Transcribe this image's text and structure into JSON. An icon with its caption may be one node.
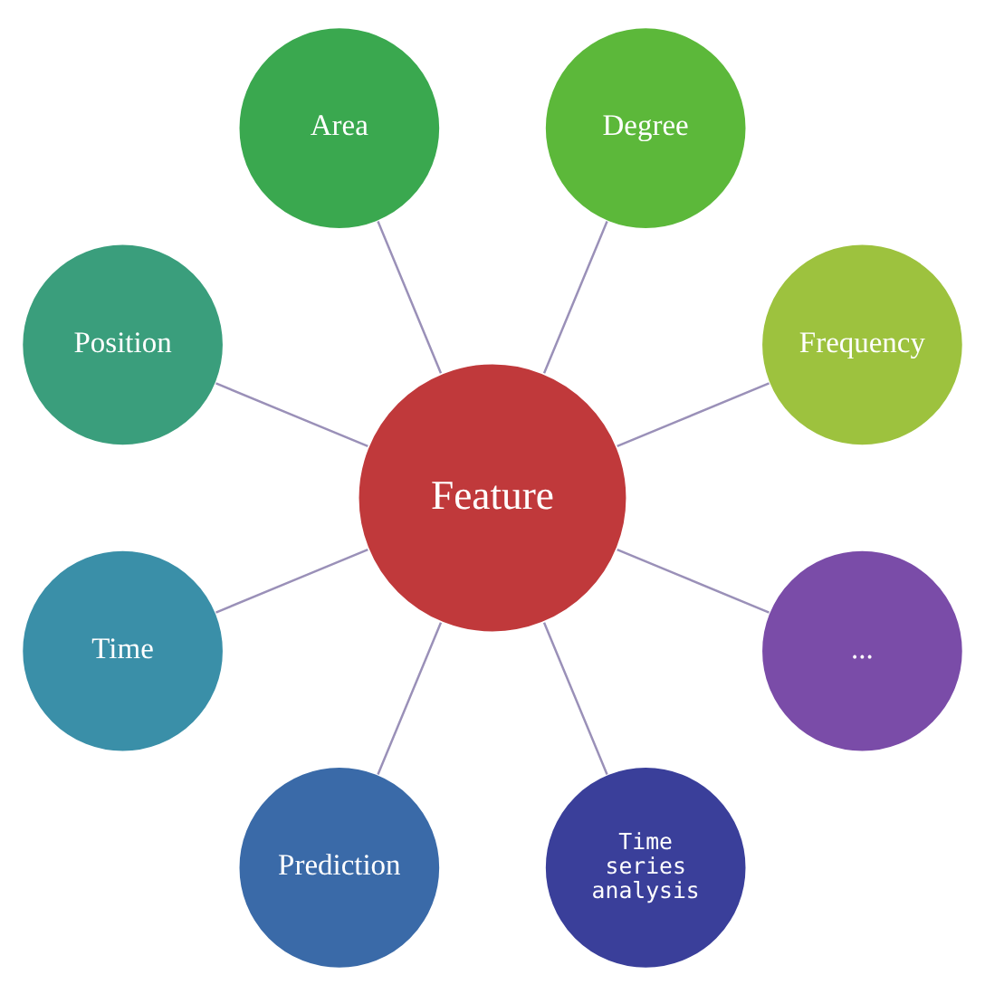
{
  "diagram": {
    "nodes": [
      {
        "text": [
          "Feature"
        ]
      },
      {
        "text": [
          "Frequency"
        ]
      },
      {
        "text": [
          "Degree"
        ]
      },
      {
        "text": [
          "Area"
        ]
      },
      {
        "text": [
          "Position"
        ]
      },
      {
        "text": [
          "Time"
        ]
      },
      {
        "text": [
          "Prediction"
        ]
      },
      {
        "text": [
          "Time series analysis"
        ]
      },
      {
        "text": [
          "..."
        ]
      }
    ],
    "edges": [
      {
        "from": 0,
        "to": 1,
        "arrow": "none"
      },
      {
        "from": 0,
        "to": 2,
        "arrow": "none"
      },
      {
        "from": 0,
        "to": 3,
        "arrow": "none"
      },
      {
        "from": 0,
        "to": 4,
        "arrow": "none"
      },
      {
        "from": 0,
        "to": 5,
        "arrow": "none"
      },
      {
        "from": 0,
        "to": 6,
        "arrow": "none"
      },
      {
        "from": 0,
        "to": 7,
        "arrow": "none"
      },
      {
        "from": 0,
        "to": 8,
        "arrow": "none"
      }
    ]
  }
}
